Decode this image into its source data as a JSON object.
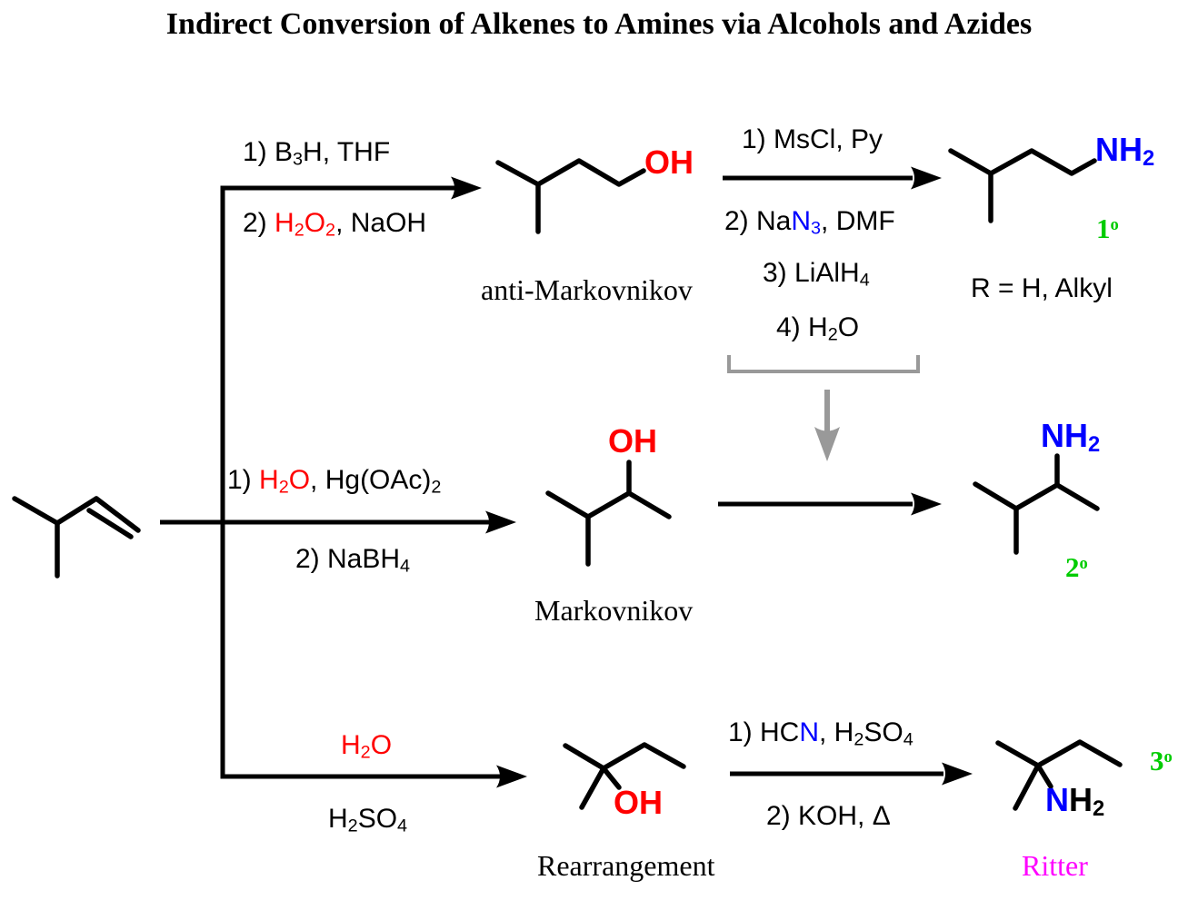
{
  "title": "Indirect Conversion of Alkenes to Amines via Alcohols and Azides",
  "colors": {
    "red": "#FF0000",
    "blue": "#0000FF",
    "green": "#00CC00",
    "magenta": "#FF00FF",
    "gray": "#999999",
    "black": "#000000"
  },
  "hydroboration": {
    "above": [
      {
        "t": "1) B"
      },
      {
        "t": "3",
        "sub": true
      },
      {
        "t": "H, THF"
      }
    ],
    "below": [
      {
        "t": "2) "
      },
      {
        "t": "H",
        "c": "#FF0000"
      },
      {
        "t": "2",
        "sub": true,
        "c": "#FF0000"
      },
      {
        "t": "O",
        "c": "#FF0000"
      },
      {
        "t": "2",
        "sub": true,
        "c": "#FF0000"
      },
      {
        "t": ", NaOH"
      }
    ]
  },
  "anti_markovnikov_alcohol": {
    "oh": [
      {
        "t": "OH",
        "c": "#FF0000"
      }
    ],
    "label": "anti-Markovnikov"
  },
  "azide_sequence": {
    "line1": [
      {
        "t": "1) MsCl, Py"
      }
    ],
    "line2": [
      {
        "t": "2) Na"
      },
      {
        "t": "N",
        "c": "#0000FF"
      },
      {
        "t": "3",
        "sub": true,
        "c": "#0000FF"
      },
      {
        "t": ", DMF"
      }
    ],
    "line3": [
      {
        "t": "3) LiAlH"
      },
      {
        "t": "4",
        "sub": true
      }
    ],
    "line4": [
      {
        "t": "4) H"
      },
      {
        "t": "2",
        "sub": true
      },
      {
        "t": "O"
      }
    ]
  },
  "primary_amine": {
    "nh2": [
      {
        "t": "NH",
        "c": "#0000FF"
      },
      {
        "t": "2",
        "sub": true,
        "c": "#0000FF"
      }
    ],
    "degree": [
      {
        "t": "1"
      },
      {
        "t": "o",
        "sup": true
      }
    ],
    "r_note": "R = H, Alkyl"
  },
  "oxymercuration": {
    "above": [
      {
        "t": "1)  "
      },
      {
        "t": "H",
        "c": "#FF0000"
      },
      {
        "t": "2",
        "sub": true,
        "c": "#FF0000"
      },
      {
        "t": "O",
        "c": "#FF0000"
      },
      {
        "t": ", Hg(OAc)"
      },
      {
        "t": "2",
        "sub": true
      }
    ],
    "below": [
      {
        "t": "2) NaBH"
      },
      {
        "t": "4",
        "sub": true
      }
    ]
  },
  "markovnikov_alcohol": {
    "oh": [
      {
        "t": "OH",
        "c": "#FF0000"
      }
    ],
    "label": "Markovnikov"
  },
  "secondary_amine": {
    "nh2": [
      {
        "t": "NH",
        "c": "#0000FF"
      },
      {
        "t": "2",
        "sub": true,
        "c": "#0000FF"
      }
    ],
    "degree": [
      {
        "t": "2"
      },
      {
        "t": "o",
        "sup": true
      }
    ]
  },
  "hydration": {
    "above": [
      {
        "t": "H",
        "c": "#FF0000"
      },
      {
        "t": "2",
        "sub": true,
        "c": "#FF0000"
      },
      {
        "t": "O",
        "c": "#FF0000"
      }
    ],
    "below": [
      {
        "t": "H"
      },
      {
        "t": "2",
        "sub": true
      },
      {
        "t": "SO"
      },
      {
        "t": "4",
        "sub": true
      }
    ]
  },
  "rearrangement_alcohol": {
    "oh": [
      {
        "t": "OH",
        "c": "#FF0000"
      }
    ],
    "label": "Rearrangement"
  },
  "ritter_reaction": {
    "above": [
      {
        "t": "1) HC"
      },
      {
        "t": "N",
        "c": "#0000FF"
      },
      {
        "t": ", H"
      },
      {
        "t": "2",
        "sub": true
      },
      {
        "t": "SO"
      },
      {
        "t": "4",
        "sub": true
      }
    ],
    "below": [
      {
        "t": "2) KOH, Δ"
      }
    ]
  },
  "tertiary_amine": {
    "nh2": [
      {
        "t": "N",
        "c": "#0000FF"
      },
      {
        "t": "H"
      },
      {
        "t": "2",
        "sub": true
      }
    ],
    "degree": [
      {
        "t": "3"
      },
      {
        "t": "o",
        "sup": true
      }
    ],
    "label": "Ritter"
  }
}
